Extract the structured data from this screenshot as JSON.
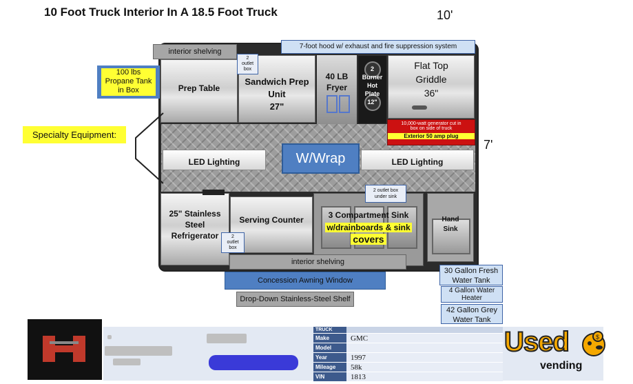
{
  "title": "10 Foot Truck Interior In A 18.5 Foot Truck",
  "dimensions": {
    "length": "10'",
    "width": "7'"
  },
  "equipment": {
    "prep_table": "Prep Table",
    "sandwich_prep": [
      "Sandwich Prep",
      "Unit",
      "27\""
    ],
    "fryer": [
      "40 LB",
      "Fryer"
    ],
    "hot_plate": [
      "2",
      "Burner",
      "Hot",
      "Plate",
      "12\""
    ],
    "griddle": [
      "Flat Top",
      "Griddle",
      "36\""
    ],
    "led_left": "LED Lighting",
    "led_right": "LED Lighting",
    "wrap": "W/Wrap",
    "refrigerator": [
      "25\" Stainless",
      "Steel",
      "Refrigerator"
    ],
    "serving_counter": "Serving Counter",
    "three_sink": [
      "3 Compartment Sink",
      "w/drainboards & sink",
      "covers"
    ],
    "hand_sink": [
      "Hand",
      "Sink"
    ]
  },
  "labels": {
    "interior_shelving_top": "interior shelving",
    "hood": "7-foot hood w/ exhaust and fire suppression system",
    "outlet_top": [
      "2",
      "outlet",
      "box"
    ],
    "propane": [
      "100 lbs",
      "Propane Tank",
      "in Box"
    ],
    "specialty": "Specialty Equipment:",
    "generator": [
      "10,000-watt generator cut in",
      "box on side of truck"
    ],
    "exterior_plug": "Exterior 50 amp plug",
    "outlet_sink": [
      "2 outlet box",
      "under sink"
    ],
    "outlet_fridge": [
      "2",
      "outlet",
      "box"
    ],
    "interior_shelving_bottom": "interior shelving",
    "awning": "Concession Awning Window",
    "shelf": "Drop-Down Stainless-Steel Shelf",
    "fresh_water": [
      "30 Gallon Fresh",
      "Water Tank"
    ],
    "water_heater": [
      "4 Gallon Water",
      "Heater"
    ],
    "grey_water": [
      "42 Gallon Grey",
      "Water Tank"
    ]
  },
  "spec_table": {
    "header": "TRUCK",
    "rows": [
      {
        "key": "Make",
        "value": "GMC"
      },
      {
        "key": "Model",
        "value": ""
      },
      {
        "key": "Year",
        "value": "1997"
      },
      {
        "key": "Mileage",
        "value": "58k"
      },
      {
        "key": "VIN",
        "value": "1813"
      }
    ]
  },
  "brand": {
    "word": "Used",
    "sub": "vending",
    "color": "#f5a800"
  },
  "colors": {
    "label_blue": "#4f7fc2",
    "generator_red": "#cc1111",
    "highlight_yellow": "#ffff33"
  }
}
